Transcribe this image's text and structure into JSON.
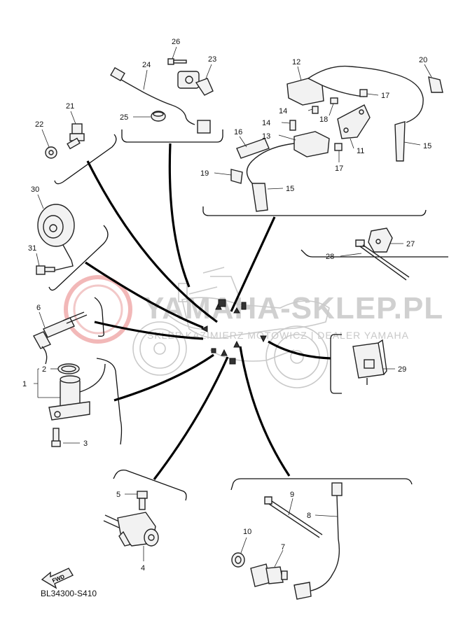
{
  "diagram_code": "BL34300-S410",
  "fwd_label": "FWD",
  "watermark": {
    "main": "YAMAHA-SKLEP.PL",
    "sub": "SKLEP KAZIMIERZ MOTOWICZ | DEALER YAMAHA"
  },
  "part_numbers": [
    "1",
    "2",
    "3",
    "4",
    "5",
    "6",
    "7",
    "8",
    "9",
    "10",
    "11",
    "12",
    "13",
    "14",
    "14",
    "15",
    "15",
    "16",
    "17",
    "17",
    "18",
    "19",
    "20",
    "21",
    "22",
    "23",
    "24",
    "25",
    "26",
    "27",
    "28",
    "29",
    "30",
    "31"
  ],
  "colors": {
    "line": "#000000",
    "watermark": "#d0d0d0",
    "watermark_red": "#f2b8b8"
  }
}
